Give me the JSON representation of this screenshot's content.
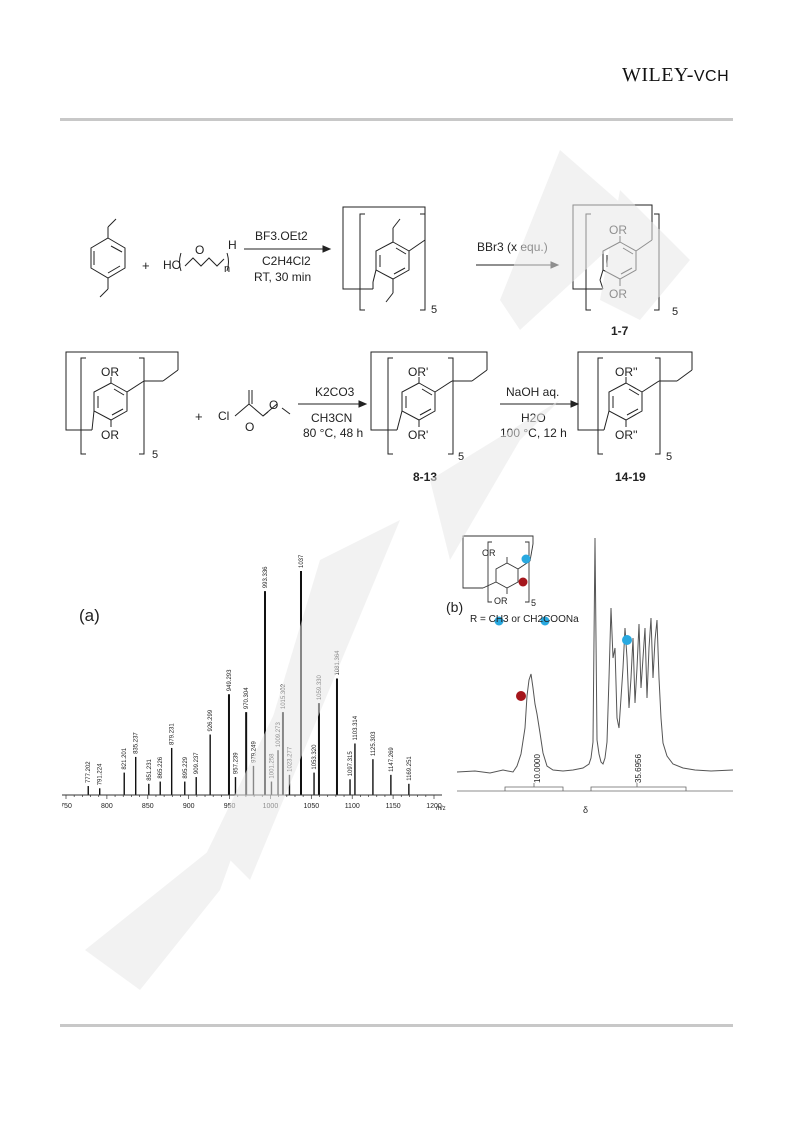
{
  "header": {
    "brand_main": "WILEY-",
    "brand_suffix": "VCH"
  },
  "scheme": {
    "row1": {
      "reagent_top": "BF3.OEt2",
      "reagent_solvent": "C2H4Cl2",
      "reagent_conditions": "RT, 30 min",
      "plus": "+",
      "paraform_ho": "HO",
      "paraform_o": "O",
      "paraform_h": "H",
      "paraform_n": "n",
      "macro_subscript": "5",
      "step2_reagent": "BBr3 (x equ.)",
      "product_or_top": "OR",
      "product_or_bottom": "OR",
      "product_subscript": "5",
      "product_label": "1-7"
    },
    "row2": {
      "start_or_top": "OR",
      "start_or_bottom": "OR",
      "start_subscript": "5",
      "plus": "+",
      "cl": "Cl",
      "ester_o": "O",
      "step1_base": "K2CO3",
      "step1_solvent": "CH3CN",
      "step1_conditions": "80 °C, 48 h",
      "mid_or_top": "OR'",
      "mid_or_bottom": "OR'",
      "mid_subscript": "5",
      "mid_label": "8-13",
      "step2_reagent": "NaOH aq.",
      "step2_solvent": "H2O",
      "step2_conditions": "100 °C, 12 h",
      "end_or_top": "OR''",
      "end_or_bottom": "OR''",
      "end_subscript": "5",
      "end_label": "14-19"
    }
  },
  "spectrum_a": {
    "panel_label": "(a)",
    "x_unit": "m/z",
    "chart_data": {
      "type": "bar",
      "xlim": [
        750,
        1200
      ],
      "x_ticks": [
        "750",
        "800",
        "850",
        "900",
        "950",
        "1000",
        "1050",
        "1100",
        "1150",
        "1200"
      ],
      "x": [
        777.202,
        791.224,
        821.201,
        835.237,
        851.231,
        865.226,
        879.231,
        895.229,
        909.237,
        926.299,
        949.293,
        957.239,
        970.304,
        979.249,
        993.336,
        1001.258,
        1009.273,
        1015.302,
        1023.277,
        1037.363,
        1053.32,
        1059.33,
        1081.364,
        1097.315,
        1103.314,
        1125.303,
        1147.269,
        1169.251
      ],
      "labels": [
        "777.202",
        "791.224",
        "821.201",
        "835.237",
        "851.231",
        "865.226",
        "879.231",
        "895.229",
        "909.237",
        "926.299",
        "949.293",
        "957.239",
        "970.304",
        "979.249",
        "993.336",
        "1001.258",
        "1009.273",
        "1015.302",
        "1023.277",
        "1037.363",
        "1053.320",
        "1059.330",
        "1081.364",
        "1097.315",
        "1103.314",
        "1125.303",
        "1147.269",
        "1169.251"
      ],
      "values": [
        4,
        3,
        10,
        17,
        5,
        6,
        21,
        6,
        8,
        27,
        45,
        8,
        37,
        13,
        91,
        6,
        20,
        37,
        9,
        100,
        10,
        41,
        52,
        7,
        23,
        16,
        9,
        5
      ]
    }
  },
  "spectrum_b": {
    "panel_label": "(b)",
    "inset_or_top": "OR",
    "inset_or_bottom": "OR",
    "inset_subscript": "5",
    "legend_r": "R = CH3 or CH2COONa",
    "integral_1": "10.0000",
    "integral_2": "35.6956",
    "x_symbol": "δ",
    "colors": {
      "marker_red": "#a5161c",
      "marker_blue": "#29a9e0"
    }
  }
}
